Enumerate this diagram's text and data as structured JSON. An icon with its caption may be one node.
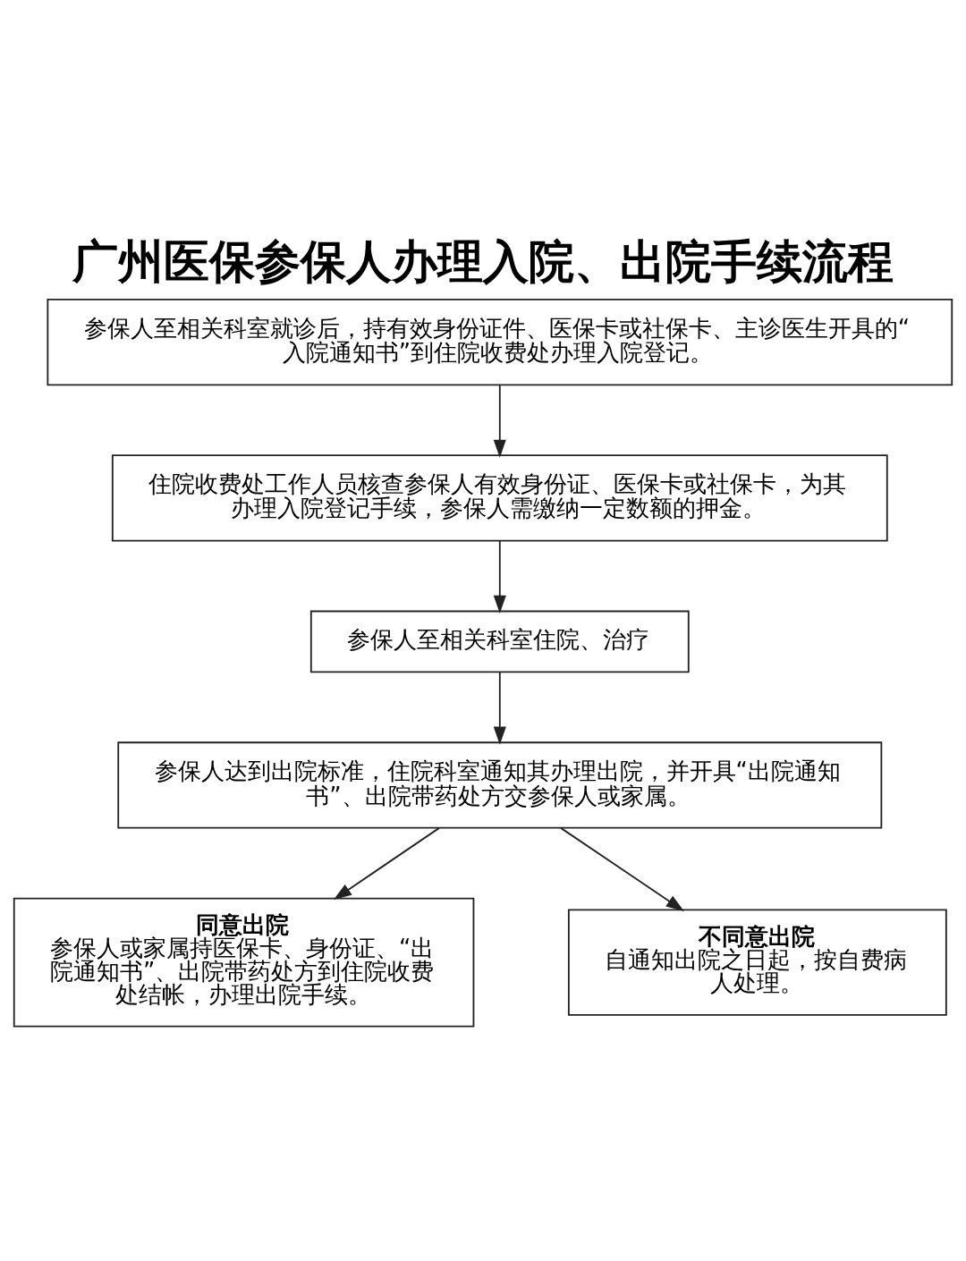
{
  "diagram": {
    "title": "广州医保参保人办理入院、出院手续流程",
    "nodes": [
      {
        "text": [
          "参保人至相关科室就诊后，持有效身份证件、医保卡或社保卡、主诊医生开具的“入院通知书”到住院收费处办理入院登记。"
        ]
      },
      {
        "text": [
          "住院收费处工作人员核查参保人有效身份证、医保卡或社保卡，为其办理入院登记手续，参保人需缴纳一定数额的押金。"
        ]
      },
      {
        "text": [
          "参保人至相关科室住院、治疗"
        ]
      },
      {
        "text": [
          "参保人达到出院标准，住院科室通知其办理出院，并开具“出院通知书”、出院带药处方交参保人或家属。"
        ]
      },
      {
        "text": [
          "同意出院",
          "参保人或家属持医保卡、身份证、“出院通知书”、出院带药处方到住院收费处结帐，办理出院手续。"
        ]
      },
      {
        "text": [
          "不同意出院",
          "自通知出院之日起，按自费病人处理。"
        ]
      }
    ],
    "edges": [
      {
        "from": 0,
        "to": 1,
        "arrow": "to"
      },
      {
        "from": 1,
        "to": 2,
        "arrow": "to"
      },
      {
        "from": 2,
        "to": 3,
        "arrow": "to"
      },
      {
        "from": 3,
        "to": 4,
        "arrow": "to"
      },
      {
        "from": 3,
        "to": 5,
        "arrow": "to"
      }
    ]
  }
}
